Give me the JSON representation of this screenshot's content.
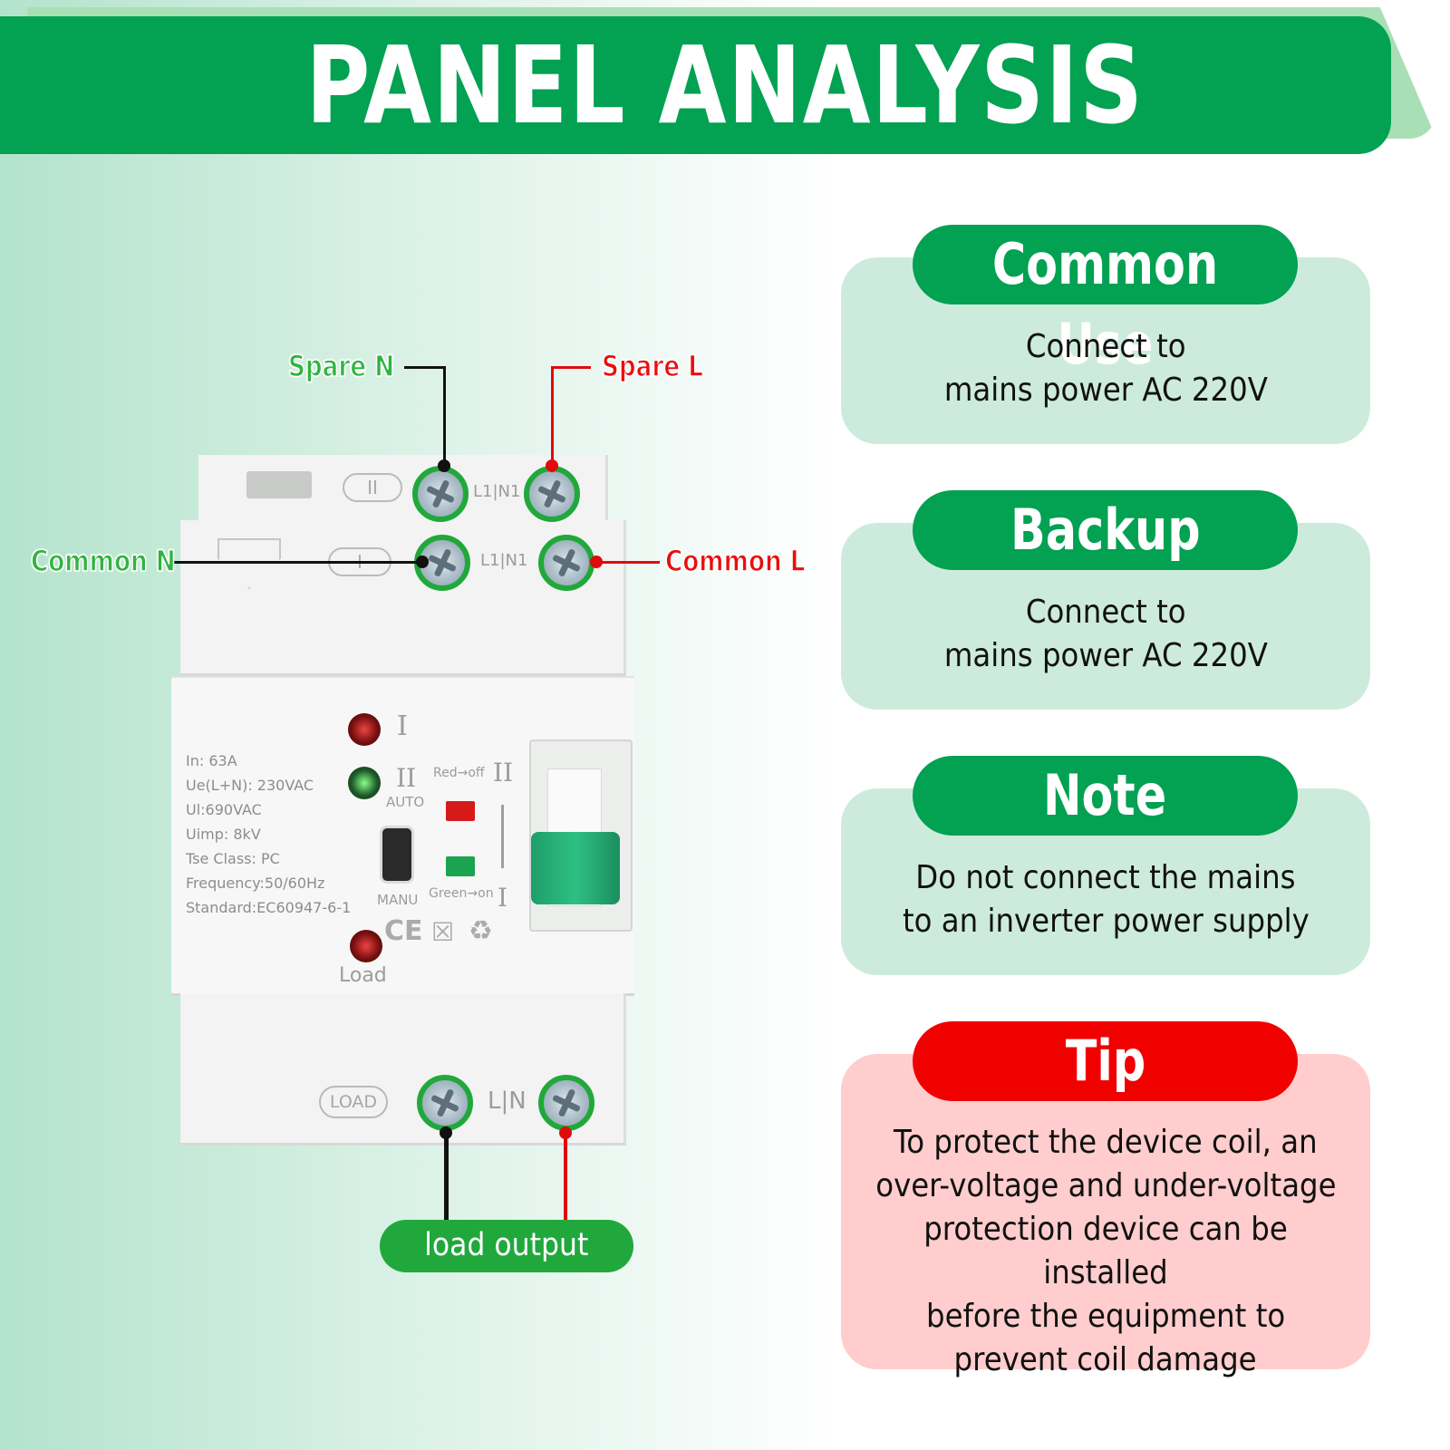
{
  "title": "PANEL ANALYSIS",
  "cards": {
    "common_use": {
      "heading": "Common Use",
      "lines": [
        "Connect to",
        "mains power AC 220V"
      ]
    },
    "backup": {
      "heading": "Backup",
      "lines": [
        "Connect to",
        "mains power AC 220V"
      ]
    },
    "note": {
      "heading": "Note",
      "lines": [
        "Do not connect the mains",
        "to an inverter power supply"
      ]
    },
    "tip": {
      "heading": "Tip",
      "lines": [
        "To protect the device coil, an",
        "over-voltage and under-voltage",
        "protection device can be installed",
        "before the equipment to",
        "prevent coil damage"
      ]
    }
  },
  "callouts": {
    "spare_n": "Spare N",
    "spare_l": "Spare L",
    "common_n": "Common N",
    "common_l": "Common L",
    "load_output": "load output"
  },
  "device": {
    "top_terminal_label": "L1|N1",
    "mid_terminal_label": "L1|N1",
    "bottom_terminal_label": "L|N",
    "switch_ii_label": "II",
    "switch_i_label": "I",
    "load_badge": "LOAD",
    "specs": [
      "In: 63A",
      "Ue(L+N): 230VAC",
      "Ul:690VAC",
      "Uimp: 8kV",
      "Tse Class: PC",
      "Frequency:50/60Hz",
      "Standard:EC60947-6-1"
    ],
    "indicator_i": "I",
    "indicator_ii": "II",
    "auto": "AUTO",
    "manu": "MANU",
    "red_off": "Red→off",
    "green_on": "Green→on",
    "pos_ii": "II",
    "pos_i": "I",
    "ce_mark": "CE",
    "load_label": "Load"
  },
  "colors": {
    "brand_green": "#03a152",
    "card_green": "#cdebdc",
    "alert_red": "#f10000",
    "card_red": "#ffcdcd",
    "callout_green": "#2fb43f",
    "callout_red": "#ea0e0e"
  }
}
